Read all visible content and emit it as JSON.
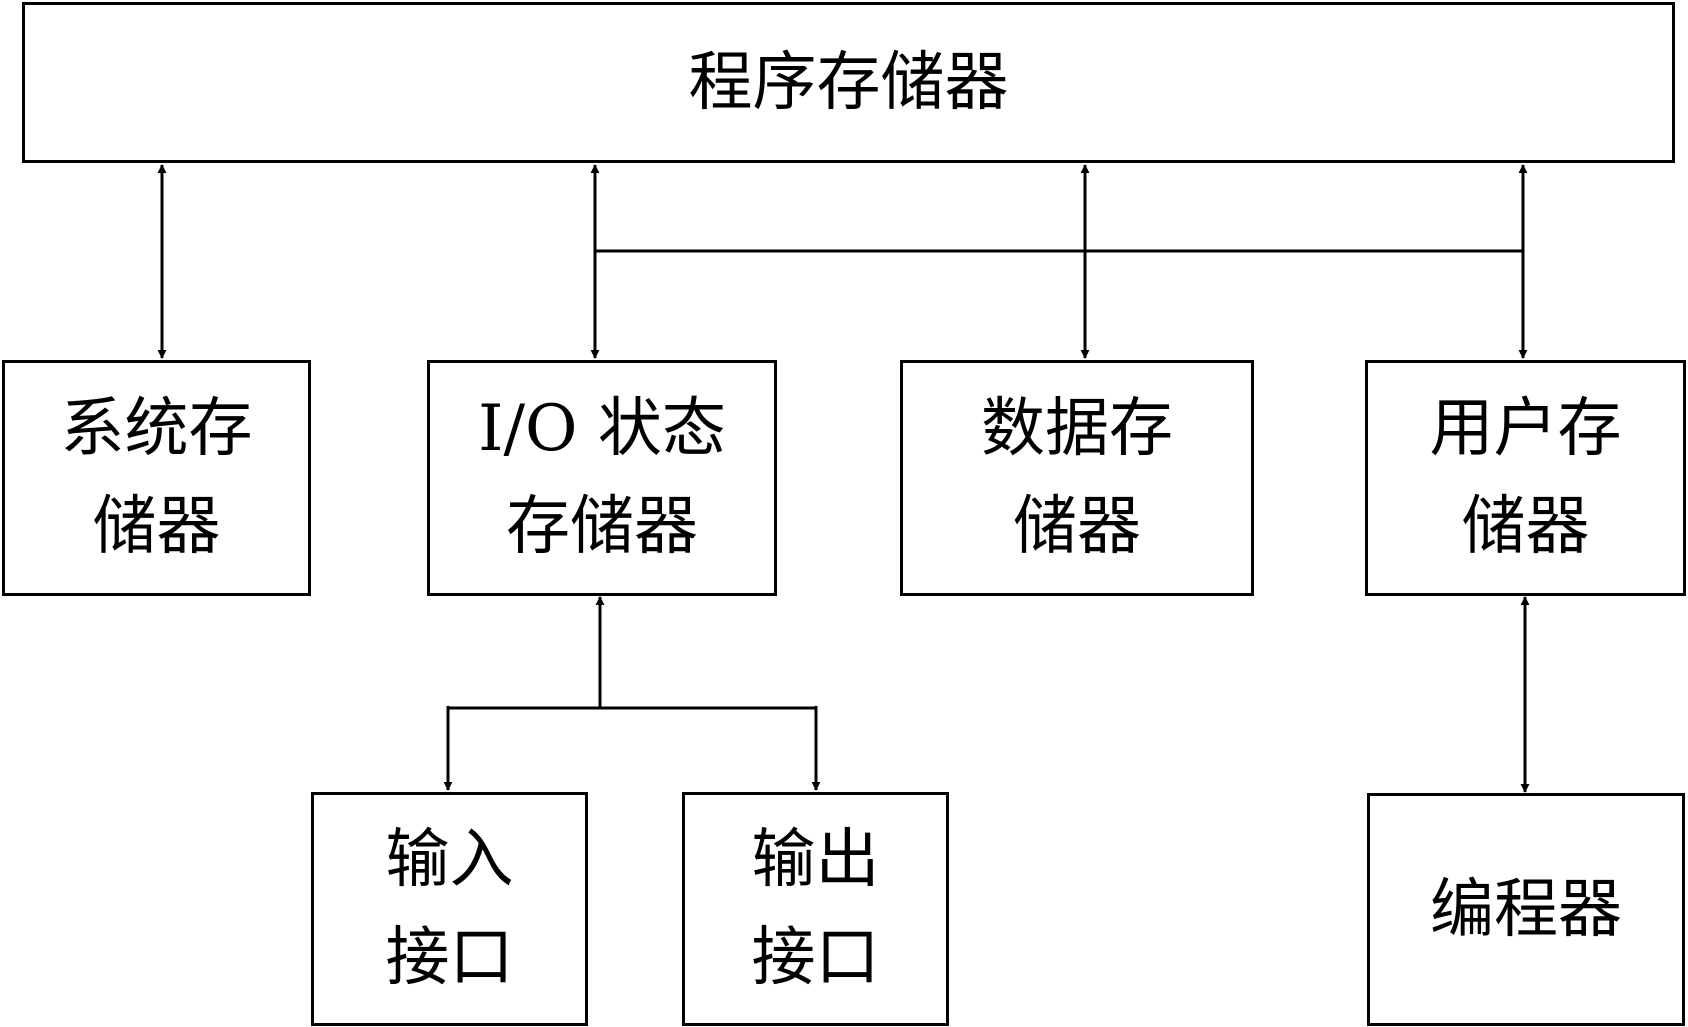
{
  "diagram": {
    "program_memory": "程序存储器",
    "system_memory": "系统存\n储器",
    "io_status_memory": "I/O 状态\n存储器",
    "data_memory": "数据存\n储器",
    "user_memory": "用户存\n储器",
    "input_interface": "输入\n接口",
    "output_interface": "输出\n接口",
    "programmer": "编程器"
  }
}
